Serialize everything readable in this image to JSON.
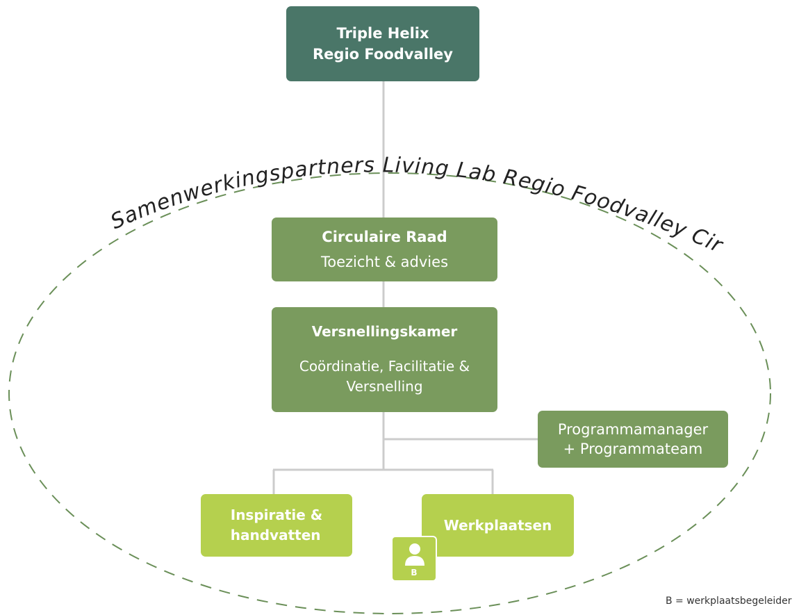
{
  "colors": {
    "dark_green": "#4a7668",
    "medium_green": "#7a9b5e",
    "light_green": "#b5d04e",
    "connector_gray": "#cccccc",
    "dashed_ellipse": "#6a8f58",
    "script_text": "#222222"
  },
  "top_box": {
    "line1": "Triple Helix",
    "line2": "Regio Foodvalley"
  },
  "boundary_label": "Samenwerkingspartners Living Lab Regio Foodvalley Circulair",
  "raad": {
    "title": "Circulaire Raad",
    "subtitle": "Toezicht & advies"
  },
  "kamer": {
    "title": "Versnellingskamer",
    "subtitle": "Coördinatie, Facilitatie &\nVersnelling"
  },
  "programma": {
    "label": "Programmamanager\n+ Programmateam"
  },
  "inspiratie": {
    "label": "Inspiratie &\nhandvatten"
  },
  "werkplaatsen": {
    "label": "Werkplaatsen"
  },
  "badge": {
    "icon": "person-icon",
    "letter": "B"
  },
  "footnote": "B = werkplaatsbegeleider"
}
